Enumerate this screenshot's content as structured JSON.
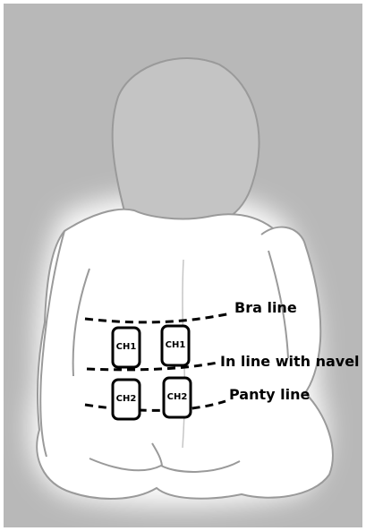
{
  "diagram": {
    "lines": [
      {
        "id": "bra",
        "label": "Bra line"
      },
      {
        "id": "navel",
        "label": "In line with navel"
      },
      {
        "id": "panty",
        "label": "Panty line"
      }
    ],
    "electrodes": [
      {
        "id": "upper-left",
        "channel": "CH1"
      },
      {
        "id": "upper-right",
        "channel": "CH1"
      },
      {
        "id": "lower-left",
        "channel": "CH2"
      },
      {
        "id": "lower-right",
        "channel": "CH2"
      }
    ]
  },
  "colors": {
    "background": "#b8b8b8",
    "body": "#ffffff",
    "outline": "#9a9a9a",
    "ink": "#000000"
  }
}
